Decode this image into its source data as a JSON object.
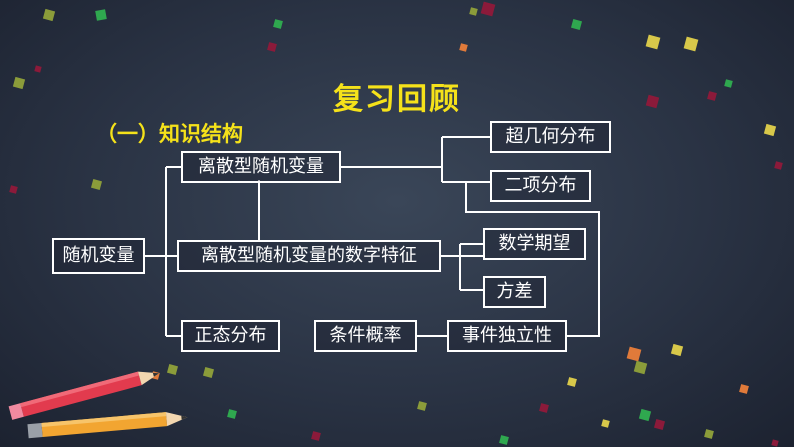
{
  "slide": {
    "title": "复习回顾",
    "section": "（一）知识结构"
  },
  "diagram": {
    "root": "随机变量",
    "discrete": "离散型随机变量",
    "features": "离散型随机变量的数字特征",
    "normal": "正态分布",
    "hypergeo": "超几何分布",
    "binomial": "二项分布",
    "expectation": "数学期望",
    "variance": "方差",
    "conditional": "条件概率",
    "independence": "事件独立性"
  },
  "colors": {
    "title": "#f5e21a",
    "background": "#2a3344",
    "lines": "#ffffff"
  }
}
